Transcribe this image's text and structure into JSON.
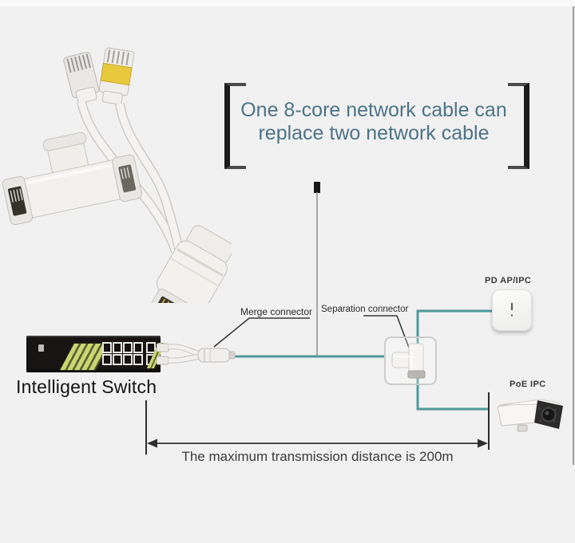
{
  "title": {
    "line1": "One 8-core network cable can",
    "line2": "replace two network cable"
  },
  "labels": {
    "merge_connector": "Merge connector",
    "separation_connector": "Separation connector",
    "intelligent_switch": "Intelligent Switch",
    "pd_ap_ipc": "PD AP/IPC",
    "poe_ipc": "PoE IPC",
    "max_distance": "The maximum transmission distance is 200m"
  },
  "colors": {
    "bg": "#f1f1f2",
    "title-text": "#4d7386",
    "teal-line": "#4f9a9a",
    "ink": "#1d1d1d",
    "label-text": "#2b2b2b"
  },
  "graphics": {
    "splitter_cable": "poe-splitter-y-cable-photo",
    "t_connector": "rj45-t-coupler-photo",
    "switch": "poe-intelligent-switch",
    "merge_device": "inline-merge-coupler",
    "separation_device": "elbow-separation-connector",
    "ap_device": "wireless-ap-pd-device",
    "camera": "bullet-ip-camera"
  }
}
